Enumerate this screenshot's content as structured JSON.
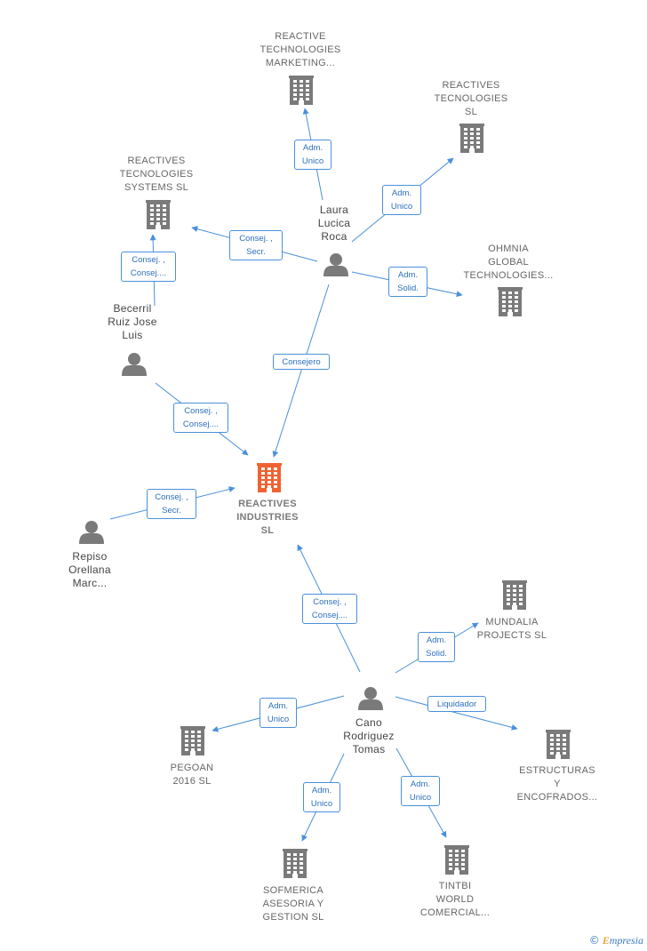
{
  "colors": {
    "edge": "#4a90d9",
    "building": "#7a7a7a",
    "building_main": "#f06232",
    "person": "#7a7a7a"
  },
  "nodes": [
    {
      "id": "main",
      "type": "company",
      "main": true,
      "label": "REACTIVES\nINDUSTRIES\nSL",
      "icon": "building-icon"
    },
    {
      "id": "rtm",
      "type": "company",
      "label": "REACTIVE\nTECHNOLOGIES\nMARKETING...",
      "icon": "building-icon"
    },
    {
      "id": "rtsl",
      "type": "company",
      "label": "REACTIVES\nTECNOLOGIES\nSL",
      "icon": "building-icon"
    },
    {
      "id": "rts",
      "type": "company",
      "label": "REACTIVES\nTECNOLOGIES\nSYSTEMS  SL",
      "icon": "building-icon"
    },
    {
      "id": "ohm",
      "type": "company",
      "label": "OHMNIA\nGLOBAL\nTECHNOLOGIES...",
      "icon": "building-icon"
    },
    {
      "id": "mun",
      "type": "company",
      "label": "MUNDALIA\nPROJECTS  SL",
      "icon": "building-icon"
    },
    {
      "id": "peg",
      "type": "company",
      "label": "PEGOAN\n2016  SL",
      "icon": "building-icon"
    },
    {
      "id": "est",
      "type": "company",
      "label": "ESTRUCTURAS\nY\nENCOFRADOS...",
      "icon": "building-icon"
    },
    {
      "id": "sof",
      "type": "company",
      "label": "SOFMERICA\nASESORIA Y\nGESTION  SL",
      "icon": "building-icon"
    },
    {
      "id": "tin",
      "type": "company",
      "label": "TINTBI\nWORLD\nCOMERCIAL...",
      "icon": "building-icon"
    },
    {
      "id": "laura",
      "type": "person",
      "label": "Laura\nLucica\nRoca",
      "icon": "person-icon"
    },
    {
      "id": "bec",
      "type": "person",
      "label": "Becerril\nRuiz Jose\nLuis",
      "icon": "person-icon"
    },
    {
      "id": "rep",
      "type": "person",
      "label": "Repiso\nOrellana\nMarc...",
      "icon": "person-icon"
    },
    {
      "id": "cano",
      "type": "person",
      "label": "Cano\nRodriguez\nTomas",
      "icon": "person-icon"
    }
  ],
  "edges": [
    {
      "from": "laura",
      "to": "rtm",
      "label": "Adm.\nUnico"
    },
    {
      "from": "laura",
      "to": "rtsl",
      "label": "Adm.\nUnico"
    },
    {
      "from": "laura",
      "to": "rts",
      "label": "Consej. ,\nSecr."
    },
    {
      "from": "laura",
      "to": "ohm",
      "label": "Adm.\nSolid."
    },
    {
      "from": "laura",
      "to": "main",
      "label": "Consejero"
    },
    {
      "from": "bec",
      "to": "rts",
      "label": "Consej. ,\nConsej...."
    },
    {
      "from": "bec",
      "to": "main",
      "label": "Consej. ,\nConsej...."
    },
    {
      "from": "rep",
      "to": "main",
      "label": "Consej. ,\nSecr."
    },
    {
      "from": "cano",
      "to": "main",
      "label": "Consej. ,\nConsej...."
    },
    {
      "from": "cano",
      "to": "mun",
      "label": "Adm.\nSolid."
    },
    {
      "from": "cano",
      "to": "peg",
      "label": "Adm.\nUnico"
    },
    {
      "from": "cano",
      "to": "est",
      "label": "Liquidador"
    },
    {
      "from": "cano",
      "to": "sof",
      "label": "Adm.\nUnico"
    },
    {
      "from": "cano",
      "to": "tin",
      "label": "Adm.\nUnico"
    }
  ],
  "footer": {
    "copyright": "©",
    "brand_initial": "E",
    "brand_rest": "mpresia"
  }
}
